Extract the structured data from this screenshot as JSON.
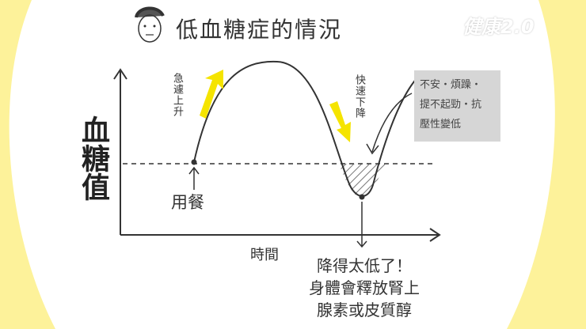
{
  "title": "低血糖症的情況",
  "y_axis_label": "血糖值",
  "x_axis_label": "時間",
  "annotations": {
    "rise": "急遽上升",
    "drop": "快速下降",
    "meal": "用餐",
    "symptoms": [
      "不安・煩躁・",
      "提不起勁・抗",
      "壓性變低"
    ],
    "too_low": [
      "降得太低了！",
      "身體會釋放腎上",
      "腺素或皮質醇"
    ]
  },
  "logo": "健康2.0",
  "colors": {
    "background": "#fdf29a",
    "arrow": "#f5e400",
    "box": "#d6d6d6"
  }
}
